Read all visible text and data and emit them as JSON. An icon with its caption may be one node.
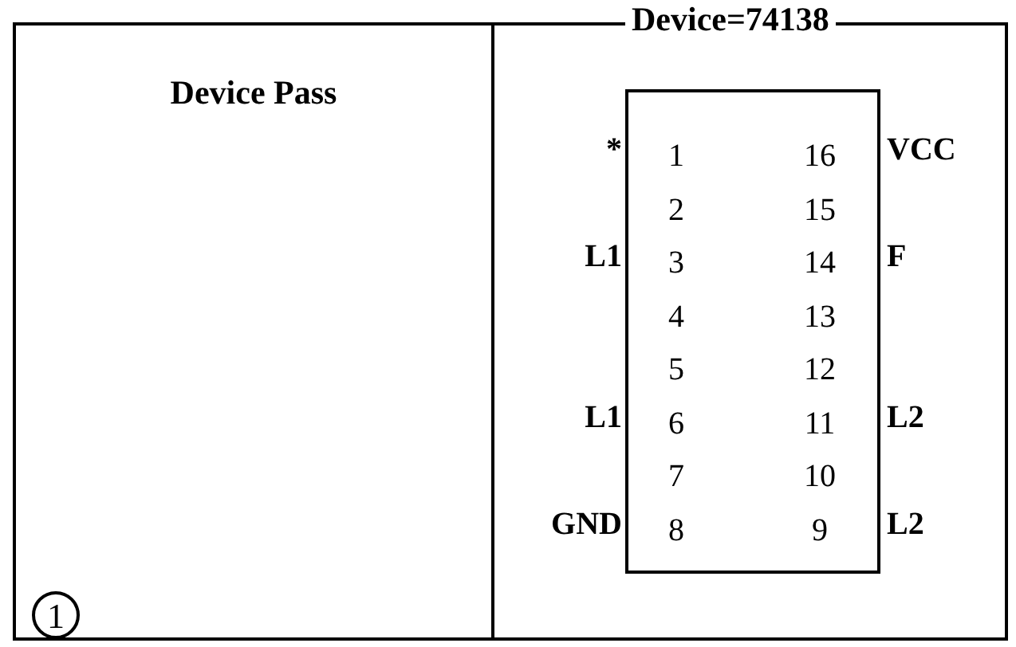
{
  "diagram": {
    "nodes": [
      {
        "text": [
          "Device Pass"
        ]
      },
      {
        "text": [
          "Device=74138"
        ]
      },
      {
        "text": [
          "1",
          "16",
          "2",
          "15",
          "3",
          "14",
          "4",
          "13",
          "5",
          "12",
          "6",
          "11",
          "7",
          "10",
          "8",
          "9"
        ],
        "in": 1
      }
    ],
    "edges": [],
    "labels": [
      "*",
      "VCC",
      "L1",
      "F",
      "L1",
      "L2",
      "GND",
      "L2",
      "1"
    ]
  }
}
